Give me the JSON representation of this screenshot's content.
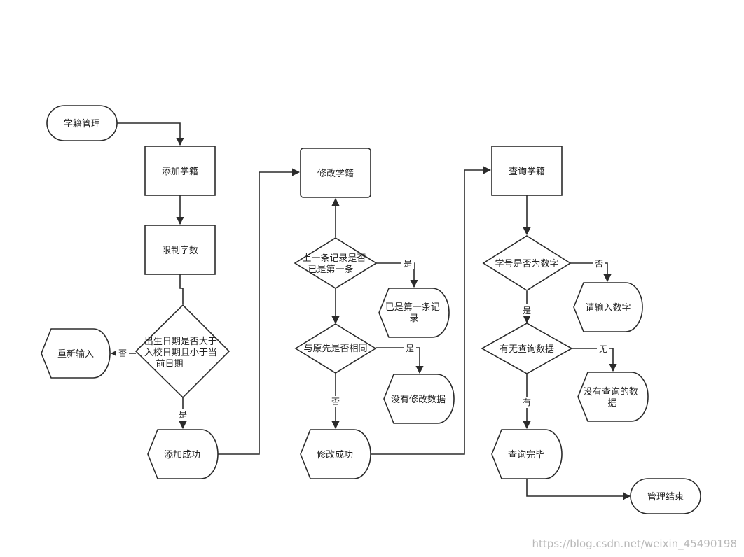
{
  "nodes": {
    "start": "学籍管理",
    "add": "添加学籍",
    "limit": "限制字数",
    "date_check": [
      "出生日期是否大于",
      "入校日期且小于当",
      "前日期"
    ],
    "reinput": "重新输入",
    "add_ok": "添加成功",
    "modify": "修改学籍",
    "first_check": [
      "上一条记录是否",
      "已是第一条"
    ],
    "is_first": [
      "已是第一条记",
      "录"
    ],
    "same_check": "与原先是否相同",
    "no_modify": "没有修改数据",
    "modify_ok": "修改成功",
    "query": "查询学籍",
    "num_check": "学号是否为数字",
    "input_num": "请输入数字",
    "data_check": "有无查询数据",
    "no_data": [
      "没有查询的数",
      "据"
    ],
    "query_done": "查询完毕",
    "end": "管理结束"
  },
  "edge_labels": {
    "date_no": "否",
    "date_yes": "是",
    "first_yes": "是",
    "same_yes": "是",
    "same_no": "否",
    "num_no": "否",
    "num_yes": "是",
    "data_none": "无",
    "data_has": "有"
  },
  "watermark": "https://blog.csdn.net/weixin_45490198"
}
